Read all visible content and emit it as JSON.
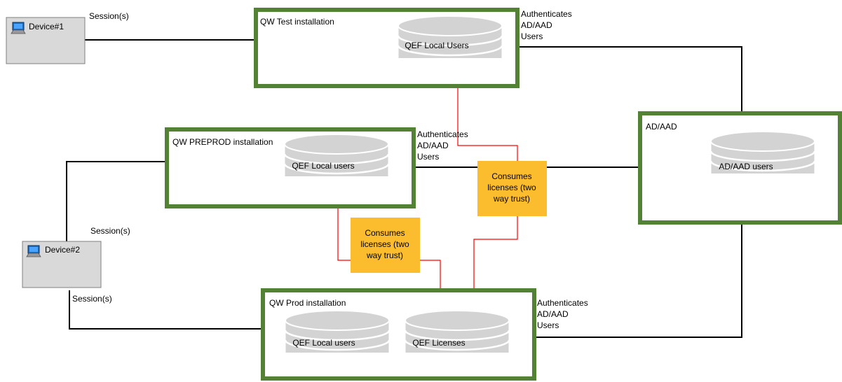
{
  "colors": {
    "installation_border": "#548235",
    "device_fill": "#d9d9d9",
    "device_border": "#808080",
    "database_fill": "#d3d3d3",
    "database_stroke": "#ffffff",
    "note_fill": "#fbbd2e",
    "connector": "#000000",
    "license_arrow": "#ff0000",
    "monitor_icon": "#1f6fbf"
  },
  "devices": [
    {
      "id": "device1",
      "label": "Device#1",
      "icon": "computer-monitor-icon"
    },
    {
      "id": "device2",
      "label": "Device#2",
      "icon": "computer-monitor-icon"
    }
  ],
  "installations": {
    "test": {
      "title": "QW Test installation",
      "databases": [
        "QEF Local Users"
      ]
    },
    "preprod": {
      "title": "QW PREPROD installation",
      "databases": [
        "QEF Local users"
      ]
    },
    "prod": {
      "title": "QW Prod installation",
      "databases": [
        "QEF Local users",
        "QEF Licenses"
      ]
    }
  },
  "directory": {
    "title": "AD/AAD",
    "database": "AD/AAD users"
  },
  "session_labels": [
    "Session(s)",
    "Session(s)",
    "Session(s)"
  ],
  "auth_label": [
    "Authenticates",
    "AD/AAD",
    "Users"
  ],
  "notes": {
    "left": [
      "Consumes",
      "licenses (two",
      "way trust)"
    ],
    "right": [
      "Consumes",
      "licenses (two",
      "way trust)"
    ]
  }
}
